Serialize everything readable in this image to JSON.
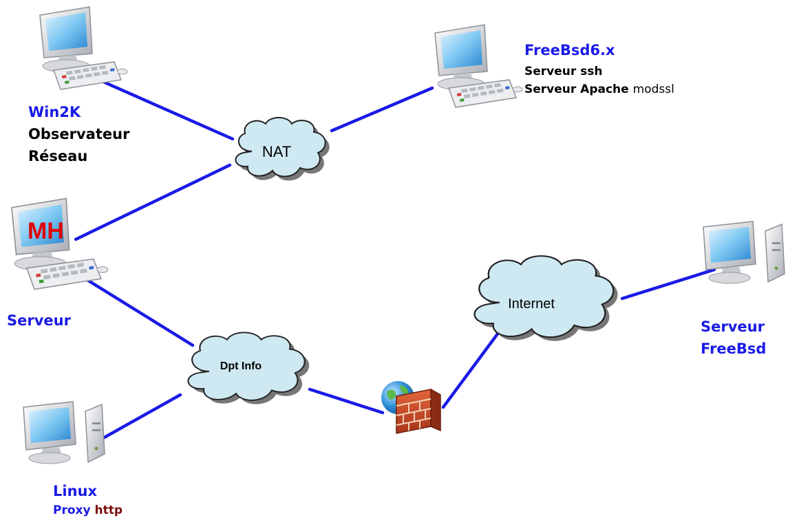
{
  "colors": {
    "link": "#1a1ae6",
    "node_label": "#1a1ae6",
    "role_label": "#000000",
    "mh_label": "#e00000",
    "proxy_http": "#7a0c0c",
    "cloud_fill": "#cfe9f3"
  },
  "clouds": {
    "nat": "NAT",
    "internet": "Internet",
    "dpt_info": "Dpt Info"
  },
  "nodes": {
    "win2k": {
      "name": "Win2K",
      "role_line1": "Observateur",
      "role_line2": "Réseau",
      "icon": "desktop-computer-icon"
    },
    "freebsd6": {
      "name": "FreeBsd6.x",
      "role_line1": "Serveur ssh",
      "role_line2": "Serveur Apache",
      "role_line2_extra": "modssl",
      "icon": "desktop-computer-icon"
    },
    "mh_server": {
      "badge": "MH",
      "name": "Serveur",
      "icon": "desktop-computer-icon"
    },
    "freebsd_server": {
      "name_line1": "Serveur",
      "name_line2": "FreeBsd",
      "icon": "tower-computer-icon"
    },
    "linux": {
      "name": "Linux",
      "role_prefix": "Proxy",
      "role_suffix": "http",
      "icon": "tower-computer-icon"
    },
    "firewall": {
      "icon": "firewall-icon"
    }
  }
}
